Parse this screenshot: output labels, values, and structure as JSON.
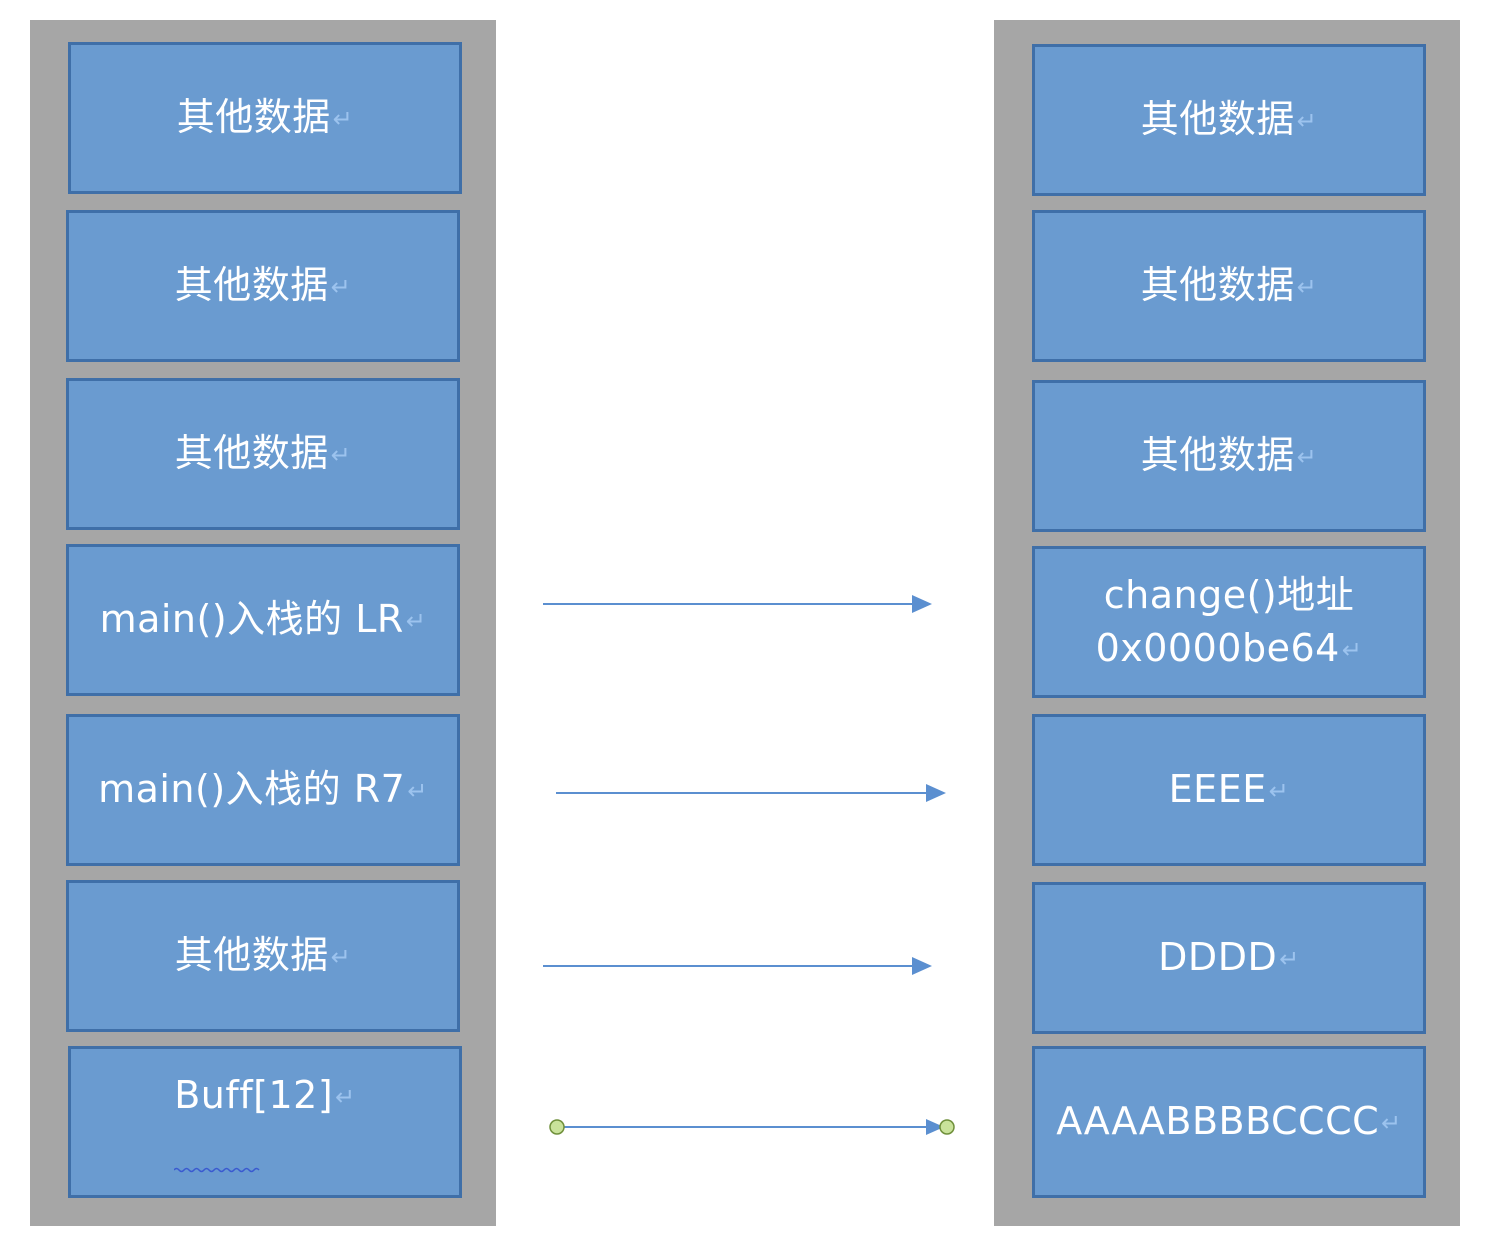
{
  "colors": {
    "panel": "#a6a6a6",
    "cell_fill": "#6a9bd0",
    "cell_border": "#3f6fa8",
    "arrow": "#5b8fd0",
    "endpoint": "#c9e29a"
  },
  "left_stack": {
    "cells": [
      {
        "text": "其他数据"
      },
      {
        "text": "其他数据"
      },
      {
        "text": "其他数据"
      },
      {
        "text": "main()入栈的 LR"
      },
      {
        "text": "main()入栈的 R7"
      },
      {
        "text": "其他数据"
      },
      {
        "text": "Buff[12]"
      }
    ]
  },
  "right_stack": {
    "cells": [
      {
        "text": "其他数据"
      },
      {
        "text": "其他数据"
      },
      {
        "text": "其他数据"
      },
      {
        "text": "change()地址\n0x0000be64"
      },
      {
        "text": "EEEE"
      },
      {
        "text": "DDDD"
      },
      {
        "text": "AAAABBBBCCCC"
      }
    ]
  },
  "return_mark": "↵"
}
